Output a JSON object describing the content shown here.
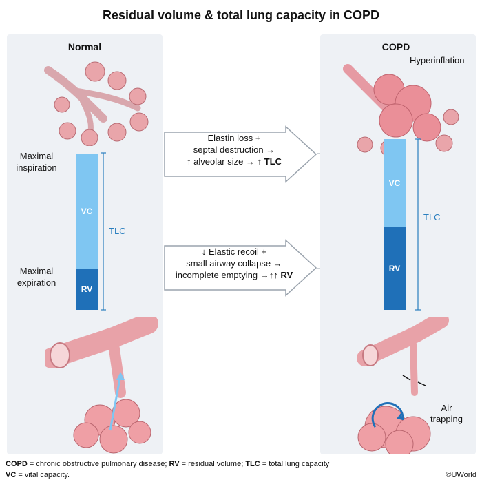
{
  "title": "Residual volume & total lung capacity in COPD",
  "normal": {
    "title": "Normal",
    "max_insp": "Maximal\ninspiration",
    "max_exp": "Maximal\nexpiration",
    "vc_label": "VC",
    "rv_label": "RV",
    "tlc_label": "TLC"
  },
  "copd": {
    "title": "COPD",
    "hyperinflation": "Hyperinflation",
    "vc_label": "VC",
    "rv_label": "RV",
    "tlc_label": "TLC",
    "air_trapping": "Air\ntrapping"
  },
  "arrow_top": {
    "line1": "Elastin loss +",
    "line2": "septal destruction →",
    "line3_pre": "↑ alveolar size → ↑ ",
    "line3_bold": "TLC"
  },
  "arrow_bottom": {
    "line1": "↓ Elastic recoil +",
    "line2": "small airway collapse →",
    "line3_pre": "incomplete emptying →↑↑ ",
    "line3_bold": "RV"
  },
  "footer": {
    "copd_abbr": "COPD",
    "copd_def": " = chronic obstructive pulmonary disease; ",
    "rv_abbr": "RV",
    "rv_def": " = residual volume; ",
    "tlc_abbr": "TLC",
    "tlc_def": " = total lung capacity",
    "vc_abbr": "VC",
    "vc_def": " = vital capacity."
  },
  "copyright": "©UWorld",
  "colors": {
    "vc": "#7fc6f2",
    "rv": "#1f70b8",
    "tlc_line": "#2a7fbf",
    "panel_bg": "#eef1f5",
    "lung_tissue": "#e98f96"
  }
}
